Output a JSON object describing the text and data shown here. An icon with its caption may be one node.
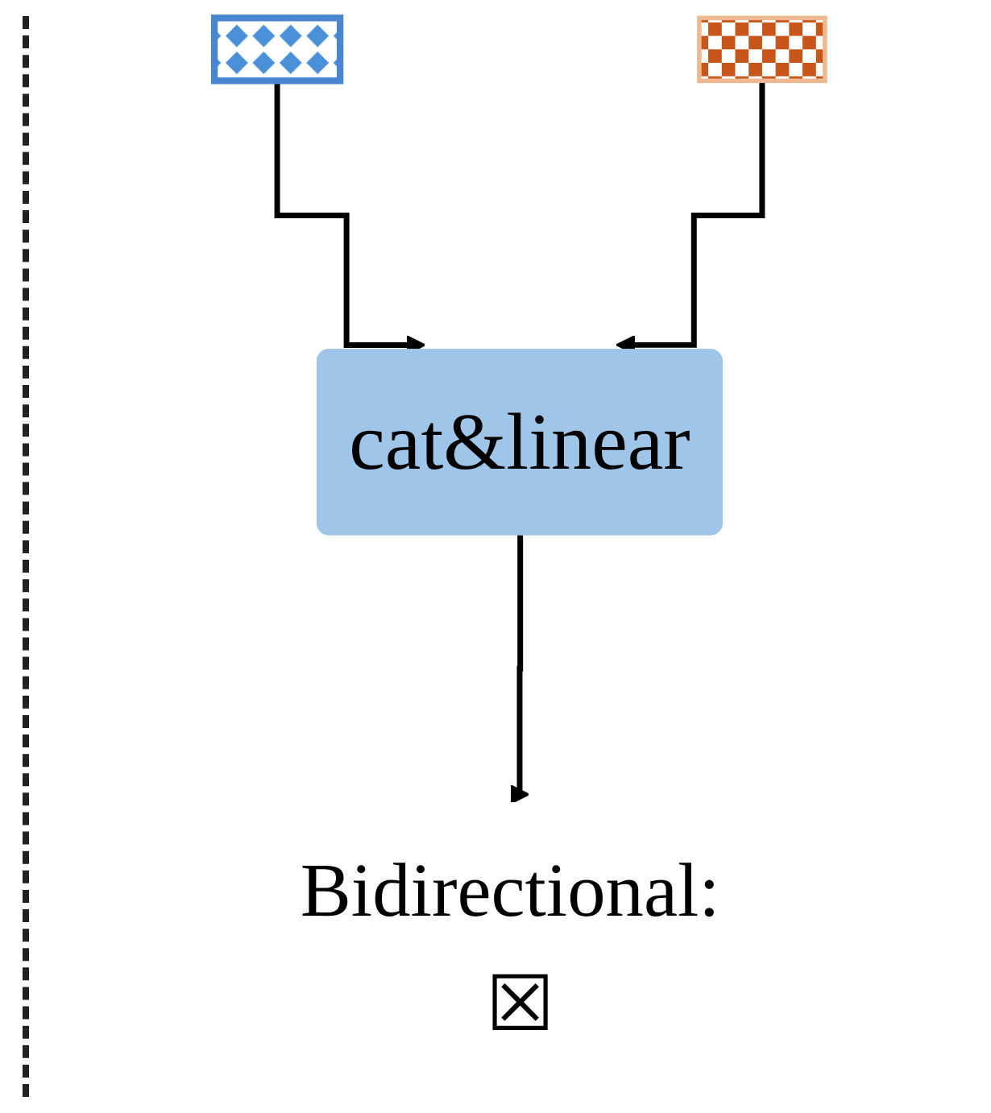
{
  "diagram": {
    "nodes": [
      {
        "text": [],
        "shape": "box"
      },
      {
        "text": [],
        "shape": "box"
      },
      {
        "text": [
          "cat&linear"
        ]
      },
      {
        "text": [
          "Bidirectional: ☒"
        ]
      }
    ],
    "edges": [
      {
        "from": 0,
        "to": 2,
        "arrow": "to"
      },
      {
        "from": 1,
        "to": 2,
        "arrow": "to"
      },
      {
        "from": 2,
        "to": 3,
        "arrow": "to"
      }
    ]
  }
}
